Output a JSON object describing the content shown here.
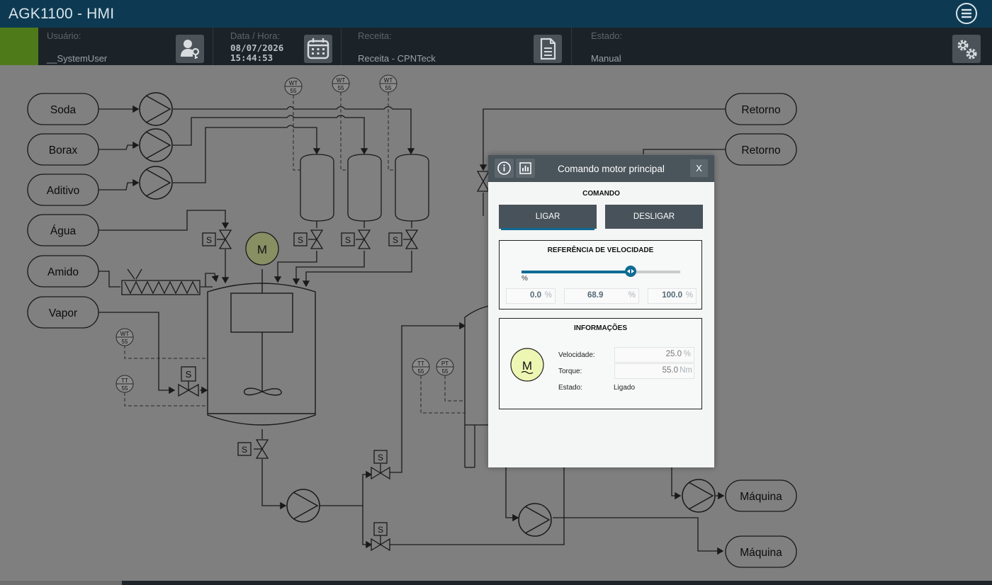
{
  "titlebar": {
    "title": "AGK1100 - HMI",
    "menu_icon": "menu-icon"
  },
  "infobar": {
    "user_label": "Usuário:",
    "user_value": "__SystemUser",
    "datetime_label": "Data / Hora:",
    "date": "08/07/2026",
    "time": "15:44:53",
    "recipe_label": "Receita:",
    "recipe_value": "Receita - CPNTeck",
    "state_label": "Estado:",
    "state_value": "Manual"
  },
  "process": {
    "inputs": [
      "Soda",
      "Borax",
      "Aditivo",
      "Água",
      "Amido",
      "Vapor"
    ],
    "returns": [
      "Retorno",
      "Retorno"
    ],
    "outputs": [
      "Máquina",
      "Máquina"
    ],
    "motor_label": "M",
    "solenoid_label": "S",
    "instruments": [
      {
        "tag": "WT",
        "value": "55"
      },
      {
        "tag": "WT",
        "value": "55"
      },
      {
        "tag": "WT",
        "value": "55"
      },
      {
        "tag": "WT",
        "value": "55"
      },
      {
        "tag": "TT",
        "value": "55"
      },
      {
        "tag": "TT",
        "value": "55"
      },
      {
        "tag": "PT",
        "value": "55"
      }
    ]
  },
  "dialog": {
    "title": "Comando motor principal",
    "close_label": "X",
    "command_section": "COMANDO",
    "on_label": "LIGAR",
    "off_label": "DESLIGAR",
    "speed_section": "REFERÊNCIA DE VELOCIDADE",
    "slider_unit": "%",
    "slider_fraction": 0.689,
    "speed_min": "0.0",
    "speed_value": "68.9",
    "speed_max": "100.0",
    "percent_unit": "%",
    "info_section": "INFORMAÇÕES",
    "motor_label": "M",
    "velocity_label": "Velocidade:",
    "velocity_value": "25.0",
    "velocity_unit": "%",
    "torque_label": "Torque:",
    "torque_value": "55.0",
    "torque_unit": "Nm",
    "state_label": "Estado:",
    "state_value": "Ligado"
  }
}
